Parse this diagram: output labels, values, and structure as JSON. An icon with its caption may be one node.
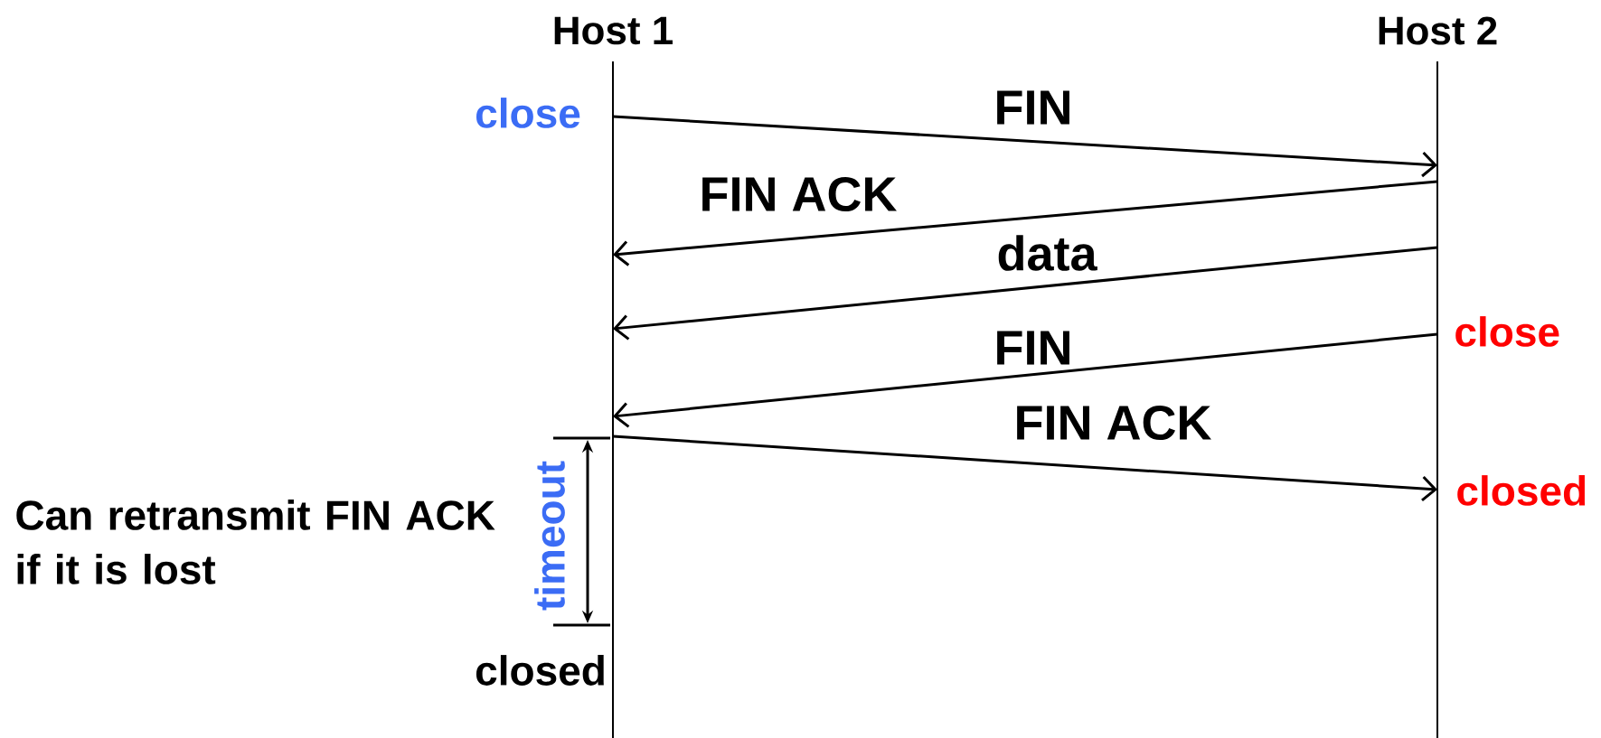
{
  "diagram": {
    "nodes": [
      {
        "text": [
          "Host 1"
        ]
      },
      {
        "text": [
          "Host 2"
        ]
      }
    ],
    "edges": [
      {
        "from": 0,
        "to": 1,
        "arrow": "to",
        "label": "FIN"
      },
      {
        "from": 1,
        "to": 0,
        "arrow": "to",
        "label": "FIN ACK"
      },
      {
        "from": 1,
        "to": 0,
        "arrow": "to",
        "label": "data"
      },
      {
        "from": 1,
        "to": 0,
        "arrow": "to",
        "label": "FIN"
      },
      {
        "from": 0,
        "to": 1,
        "arrow": "to",
        "label": "FIN ACK"
      }
    ],
    "labels": [
      "close",
      "close",
      "closed",
      "Can retransmit FIN ACK if it is lost",
      "timeout",
      "closed"
    ]
  }
}
